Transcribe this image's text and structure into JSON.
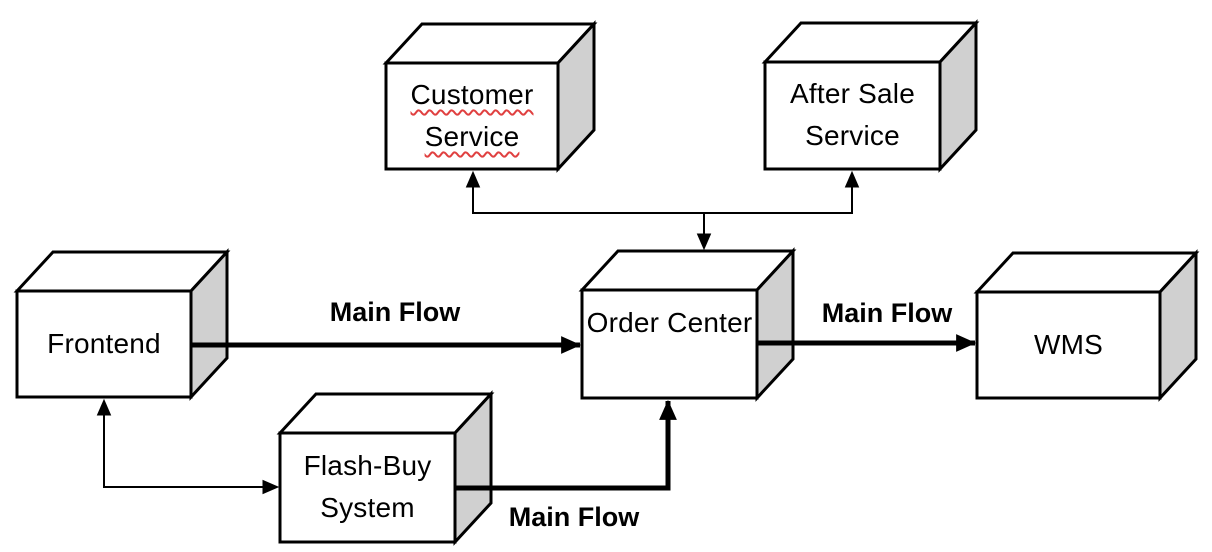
{
  "diagram": {
    "nodes": [
      {
        "id": "customer-service",
        "label": "Customer Service",
        "spellcheck_underline": true
      },
      {
        "id": "after-sale-service",
        "label": "After Sale Service",
        "spellcheck_underline": false
      },
      {
        "id": "frontend",
        "label": "Frontend",
        "spellcheck_underline": false
      },
      {
        "id": "order-center",
        "label": "Order Center",
        "spellcheck_underline": false
      },
      {
        "id": "wms",
        "label": "WMS",
        "spellcheck_underline": false
      },
      {
        "id": "flash-buy-system",
        "label": "Flash-Buy System",
        "spellcheck_underline": false
      }
    ],
    "edges": [
      {
        "label": "Main Flow",
        "from": "frontend",
        "to": "order-center",
        "style": "thick"
      },
      {
        "label": "Main Flow",
        "from": "order-center",
        "to": "wms",
        "style": "thick"
      },
      {
        "label": "Main Flow",
        "from": "flash-buy-system",
        "to": "order-center",
        "style": "thick"
      },
      {
        "label": "",
        "from": "flash-buy-system",
        "to": "frontend",
        "style": "thin-bidirectional"
      },
      {
        "label": "",
        "from": "order-center",
        "to": "customer-service",
        "style": "thin"
      },
      {
        "label": "",
        "from": "order-center",
        "to": "after-sale-service",
        "style": "thin"
      }
    ],
    "colors": {
      "box_fill": "#ffffff",
      "box_side_fill": "#d0d0d0",
      "line": "#000000",
      "spellcheck_red": "#e04040"
    }
  }
}
